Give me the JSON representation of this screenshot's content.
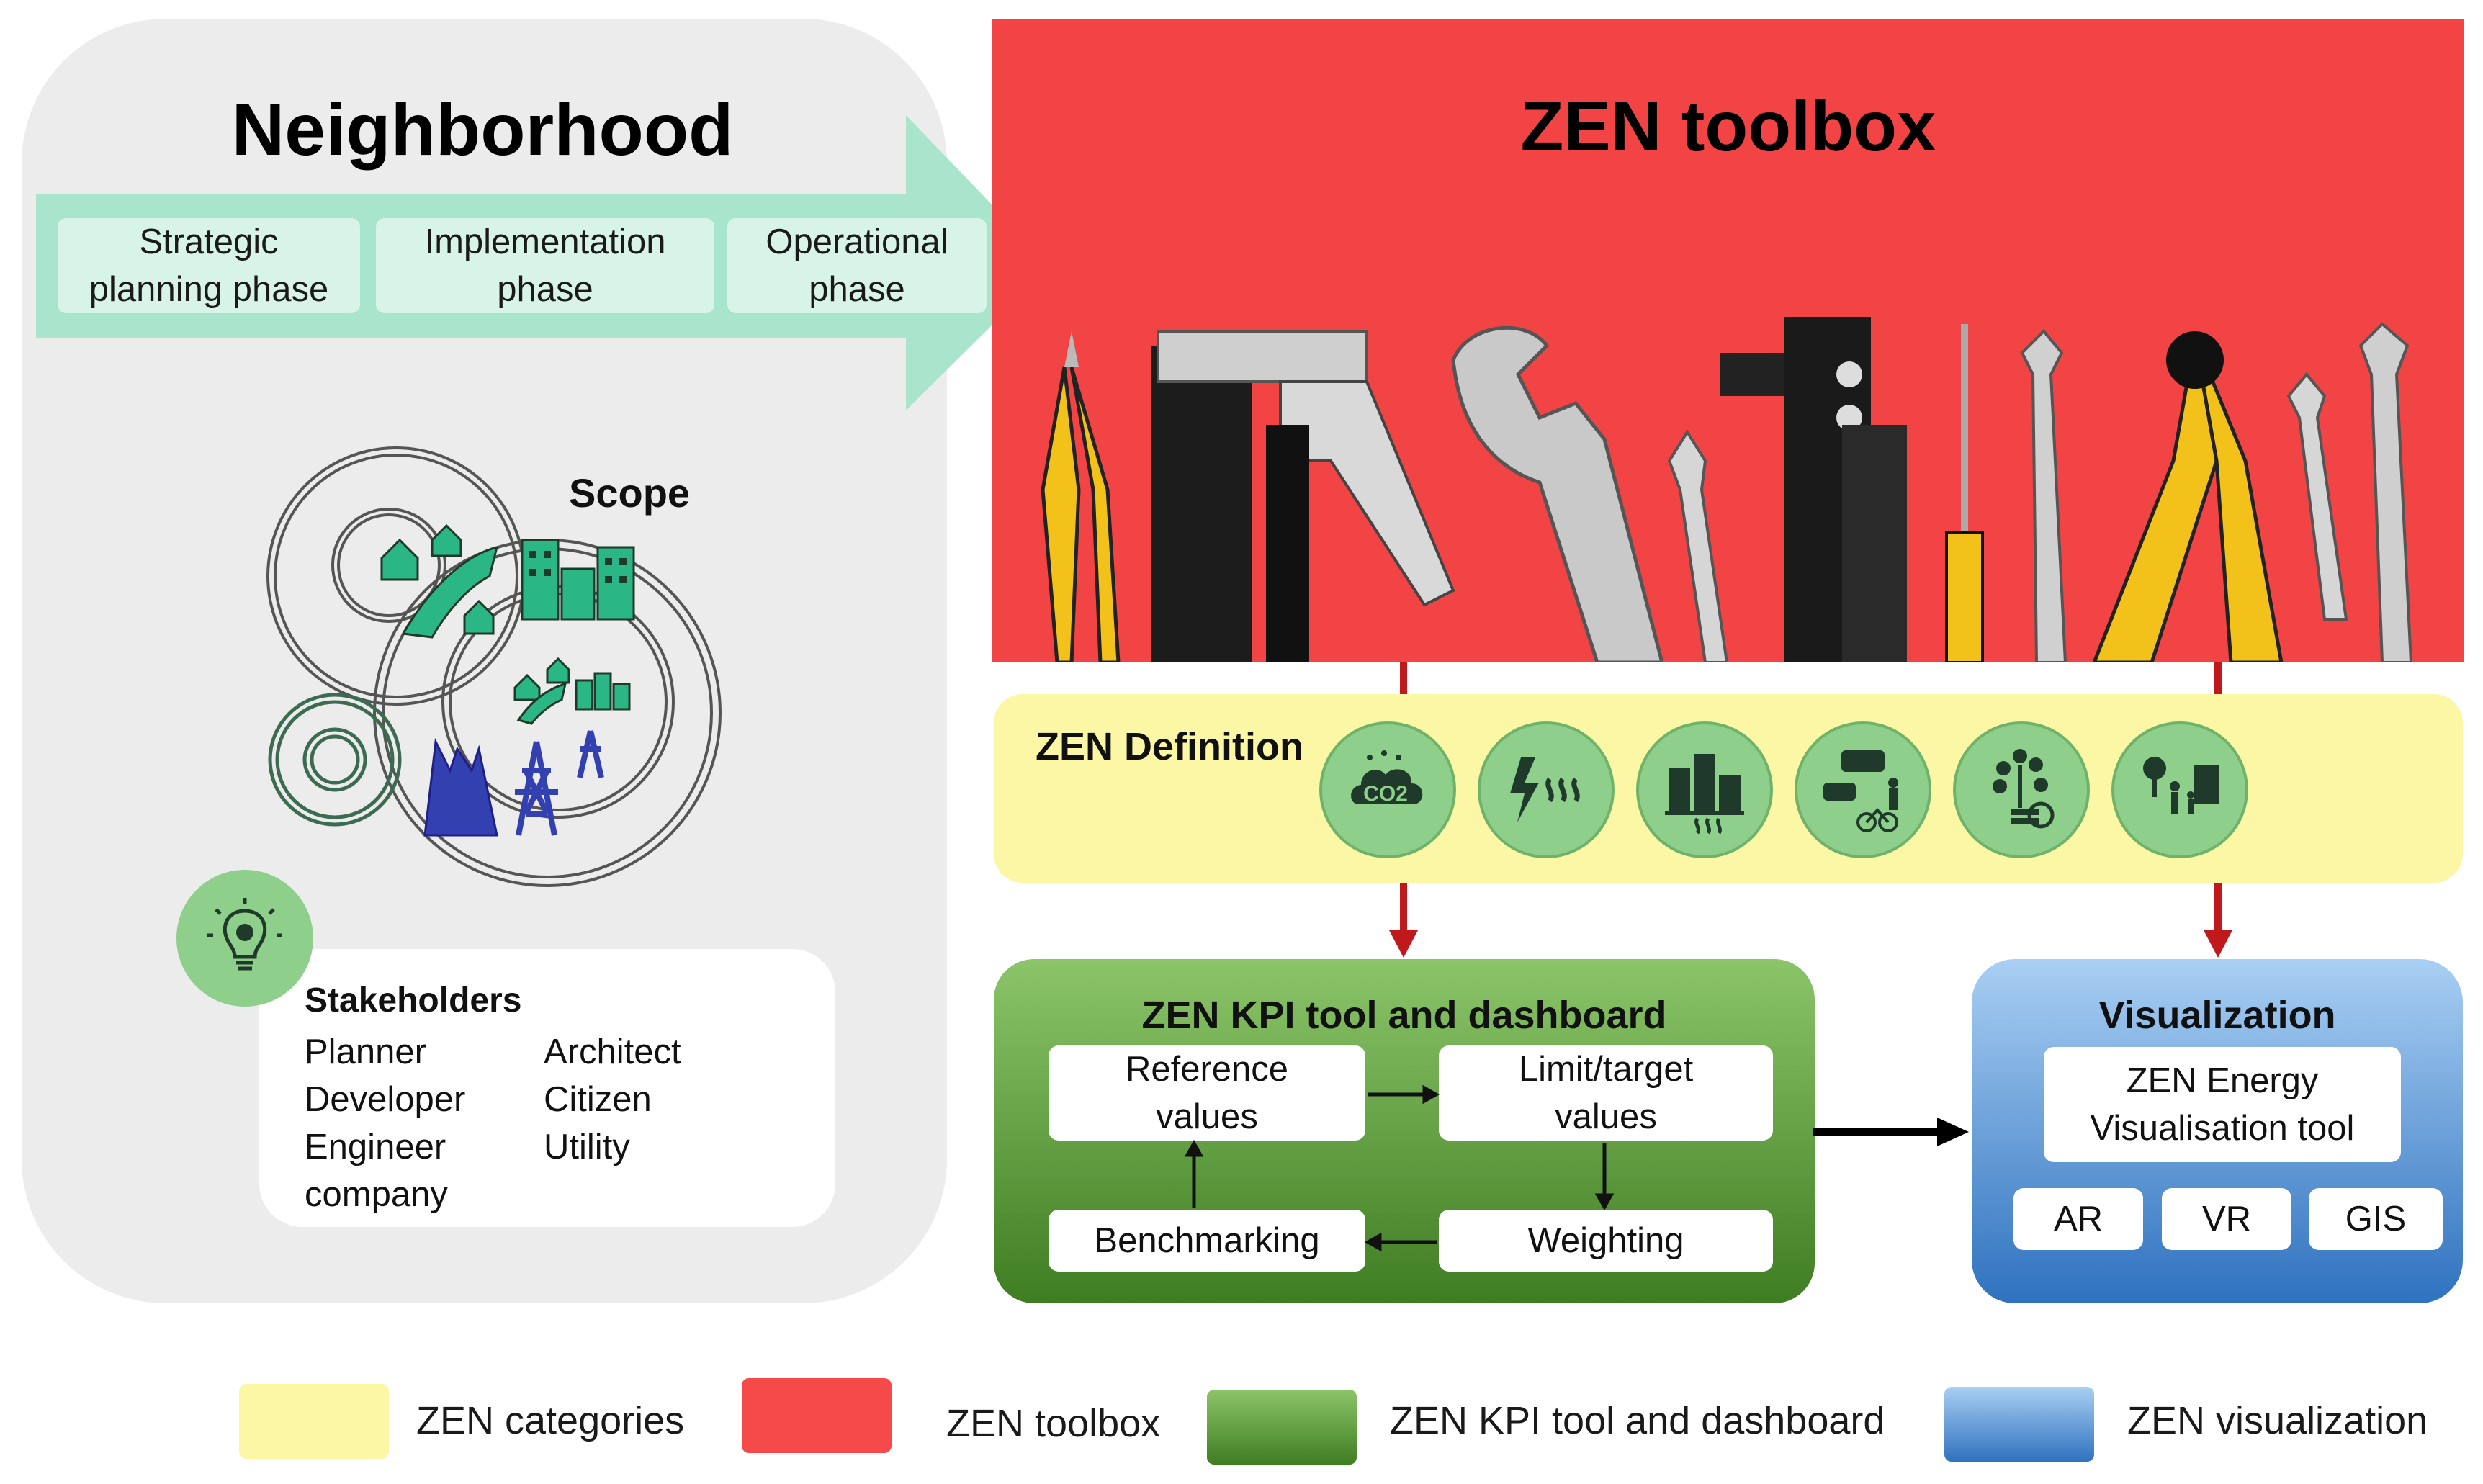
{
  "neighborhood": {
    "title": "Neighborhood",
    "phases": [
      {
        "line1": "Strategic",
        "line2": "planning phase"
      },
      {
        "line1": "Implementation",
        "line2": "phase"
      },
      {
        "line1": "Operational",
        "line2": "phase"
      }
    ],
    "scope_label": "Scope",
    "stakeholders": {
      "title": "Stakeholders",
      "col1": [
        "Planner",
        "Developer",
        "Engineer",
        "company"
      ],
      "col2": [
        "Architect",
        "Citizen",
        "Utility"
      ]
    }
  },
  "toolbox": {
    "title": "ZEN toolbox"
  },
  "definition": {
    "title": "ZEN Definition",
    "icons": [
      "co2-icon",
      "energy-icon",
      "buildings-icon",
      "mobility-icon",
      "economy-icon",
      "spatial-qualities-icon"
    ],
    "co2_text": "CO2"
  },
  "kpi": {
    "title": "ZEN KPI tool and dashboard",
    "boxes": {
      "reference": {
        "line1": "Reference",
        "line2": "values"
      },
      "limit": {
        "line1": "Limit/target",
        "line2": "values"
      },
      "benchmarking": "Benchmarking",
      "weighting": "Weighting"
    }
  },
  "visualization": {
    "title": "Visualization",
    "tool": {
      "line1": "ZEN Energy",
      "line2": "Visualisation tool"
    },
    "buttons": [
      "AR",
      "VR",
      "GIS"
    ]
  },
  "legend": [
    {
      "label": "ZEN categories",
      "color": "#fbf7a4"
    },
    {
      "label": "ZEN toolbox",
      "color": "#f64a4a"
    },
    {
      "label": "ZEN KPI tool and dashboard",
      "color": "#62a441"
    },
    {
      "label": "ZEN visualization",
      "color": "#4a8ad0"
    }
  ],
  "colors": {
    "neighborhood_bg": "#ececec",
    "arrow": "#a9e5cc",
    "toolbox_red": "#f24444",
    "definition_yellow": "#fbf7a4",
    "kpi_green_top": "#8cc569",
    "kpi_green_bottom": "#3f7d22",
    "vis_blue_top": "#a9cff3",
    "vis_blue_bottom": "#2f72bf",
    "connector_red": "#c0191c",
    "icon_green": "#2bb686",
    "icon_blue": "#3340b0",
    "icon_dark": "#1f3a2a"
  }
}
